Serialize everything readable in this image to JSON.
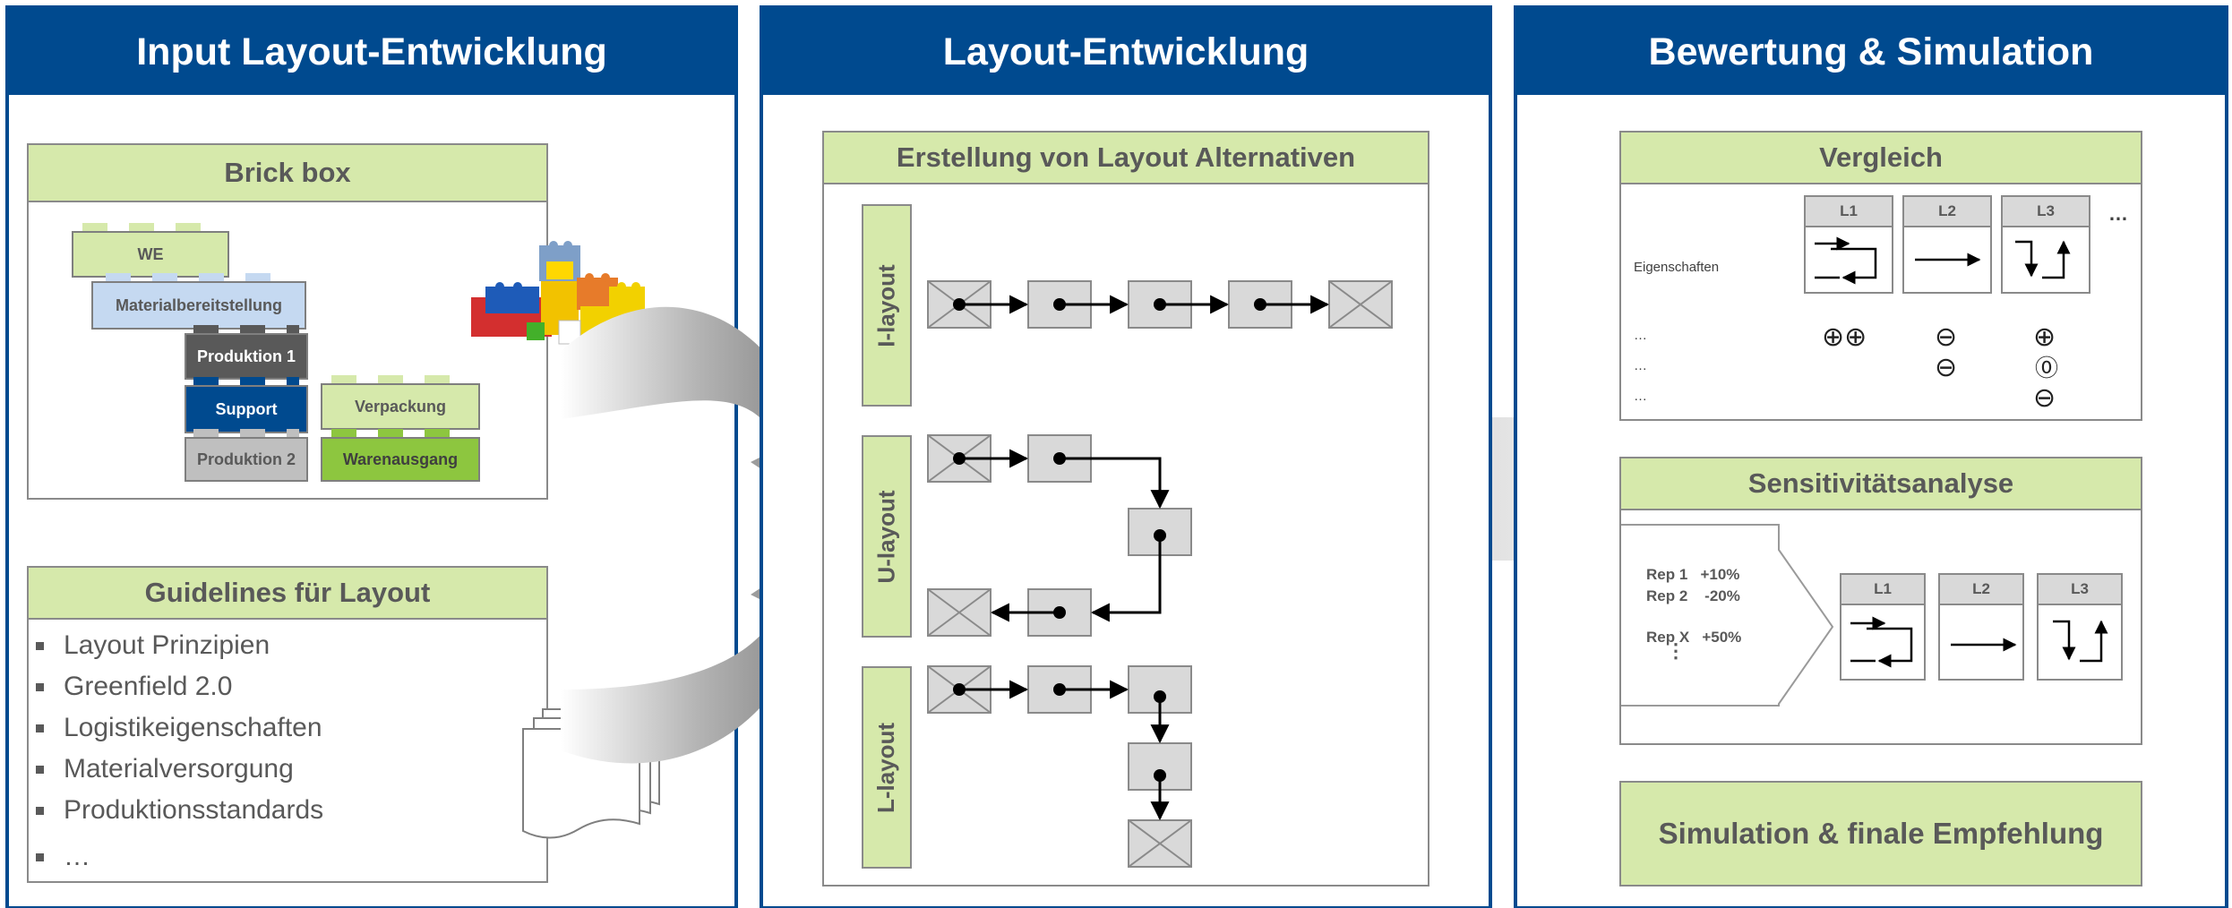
{
  "columns": {
    "input": "Input Layout-Entwicklung",
    "layout": "Layout-Entwicklung",
    "evaluation": "Bewertung & Simulation"
  },
  "brick_box": {
    "title": "Brick box",
    "bricks": {
      "we": "WE",
      "material": "Materialbereitstellung",
      "prod1": "Produktion 1",
      "support": "Support",
      "verpackung": "Verpackung",
      "prod2": "Produktion 2",
      "warenausgang": "Warenausgang"
    }
  },
  "guidelines": {
    "title": "Guidelines für Layout",
    "items": [
      "Layout Prinzipien",
      "Greenfield 2.0",
      "Logistikeigenschaften",
      "Materialversorgung",
      "Produktionsstandards",
      "…"
    ]
  },
  "alternatives": {
    "title": "Erstellung von Layout Alternativen",
    "i_layout": "I-layout",
    "u_layout": "U-layout",
    "l_layout": "L-layout"
  },
  "comparison": {
    "title": "Vergleich",
    "headers": [
      "L1",
      "L2",
      "L3"
    ],
    "more": "…",
    "properties_label": "Eigenschaften",
    "rows": [
      "…",
      "…",
      "…"
    ],
    "symbols": {
      "l1_row1": "⊕⊕",
      "l2_row1": "⊖",
      "l2_row2": "⊖",
      "l3_row1": "⊕",
      "l3_row2": "⓪",
      "l3_row3": "⊖"
    }
  },
  "sensitivity": {
    "title": "Sensitivitätsanalyse",
    "reps": [
      "Rep 1   +10%",
      "Rep 2    -20%",
      "Rep X   +50%"
    ],
    "dots": "⋮",
    "headers": [
      "L1",
      "L2",
      "L3"
    ]
  },
  "final": {
    "title": "Simulation & finale Empfehlung"
  },
  "colors": {
    "header_blue": "#004a8f",
    "light_green": "#d6e9ab",
    "brick_dark_gray": "#595959",
    "brick_blue": "#004a8f",
    "brick_green": "#8dc63f",
    "brick_light_blue": "#c5d9f1",
    "brick_gray": "#bfbfbf"
  }
}
